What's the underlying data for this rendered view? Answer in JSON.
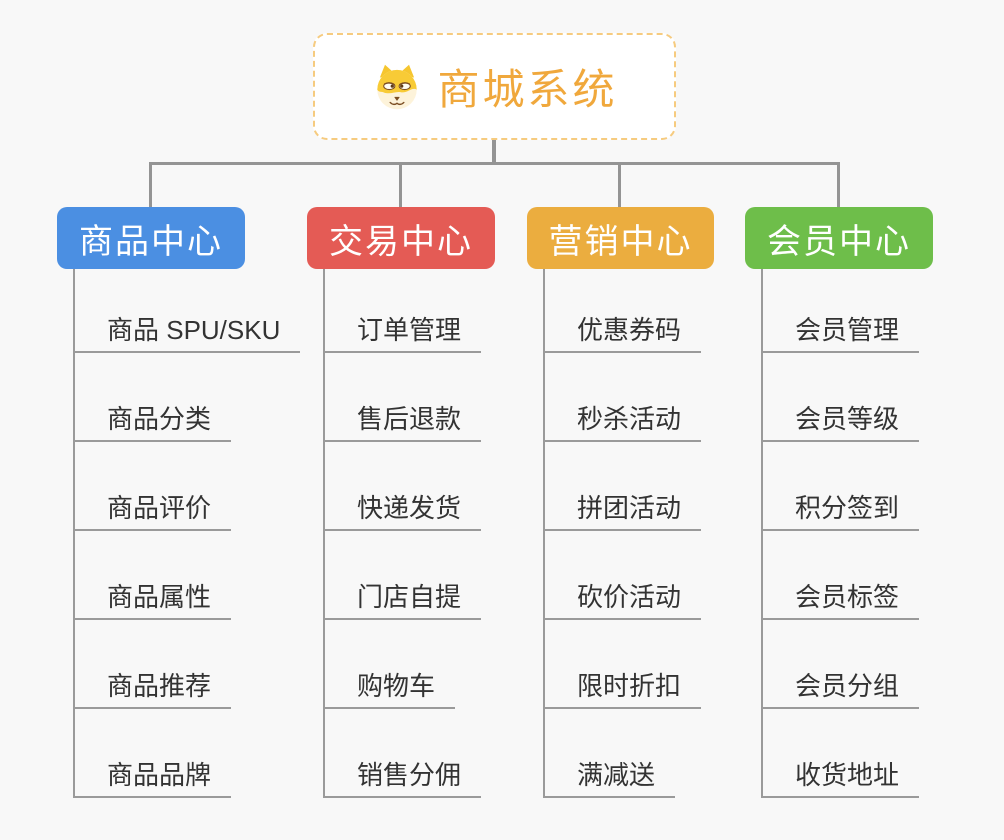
{
  "root": {
    "title": "商城系统",
    "icon": "doge-icon",
    "accent_color": "#F0A83C",
    "border_color": "#F6CB7F",
    "background": "#FFFFFF"
  },
  "canvas_background": "#F8F8F8",
  "connector_color": "#949494",
  "leaf_line_color": "#9A9A9A",
  "leaf_text_color": "#333333",
  "branches": [
    {
      "label": "商品中心",
      "color": "#4B8FE2",
      "children": [
        "商品 SPU/SKU",
        "商品分类",
        "商品评价",
        "商品属性",
        "商品推荐",
        "商品品牌"
      ]
    },
    {
      "label": "交易中心",
      "color": "#E45B55",
      "children": [
        "订单管理",
        "售后退款",
        "快递发货",
        "门店自提",
        "购物车",
        "销售分佣"
      ]
    },
    {
      "label": "营销中心",
      "color": "#EBAD3F",
      "children": [
        "优惠券码",
        "秒杀活动",
        "拼团活动",
        "砍价活动",
        "限时折扣",
        "满减送"
      ]
    },
    {
      "label": "会员中心",
      "color": "#6EBE4A",
      "children": [
        "会员管理",
        "会员等级",
        "积分签到",
        "会员标签",
        "会员分组",
        "收货地址"
      ]
    }
  ]
}
